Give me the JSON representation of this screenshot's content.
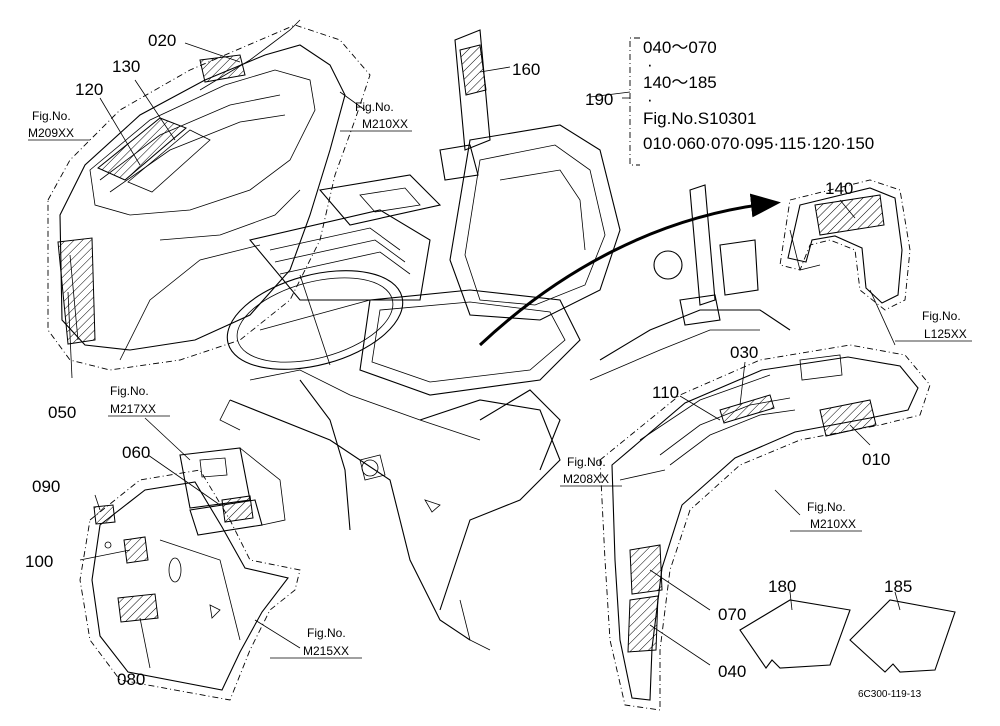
{
  "parts": {
    "p020": "020",
    "p130": "130",
    "p120": "120",
    "p160": "160",
    "p050": "050",
    "p060": "060",
    "p090": "090",
    "p100": "100",
    "p080": "080",
    "p140": "140",
    "p030": "030",
    "p110": "110",
    "p010": "010",
    "p070": "070",
    "p040": "040",
    "p180": "180",
    "p185": "185"
  },
  "group_190": {
    "number": "190",
    "line1": "040～070",
    "dot1": "·",
    "line2": "140～185",
    "dot2": "·",
    "line3": "Fig.No.S10301",
    "line4": "010·060·070·095·115·120·150"
  },
  "figrefs": {
    "m209": {
      "label": "Fig.No.",
      "code": "M209XX"
    },
    "m210_top": {
      "label": "Fig.No.",
      "code": "M210XX"
    },
    "m217": {
      "label": "Fig.No.",
      "code": "M217XX"
    },
    "m215": {
      "label": "Fig.No.",
      "code": "M215XX"
    },
    "l125": {
      "label": "Fig.No.",
      "code": "L125XX"
    },
    "m208": {
      "label": "Fig.No.",
      "code": "M208XX"
    },
    "m210_right": {
      "label": "Fig.No.",
      "code": "M210XX"
    }
  },
  "drawing_code": "6C300-119-13"
}
